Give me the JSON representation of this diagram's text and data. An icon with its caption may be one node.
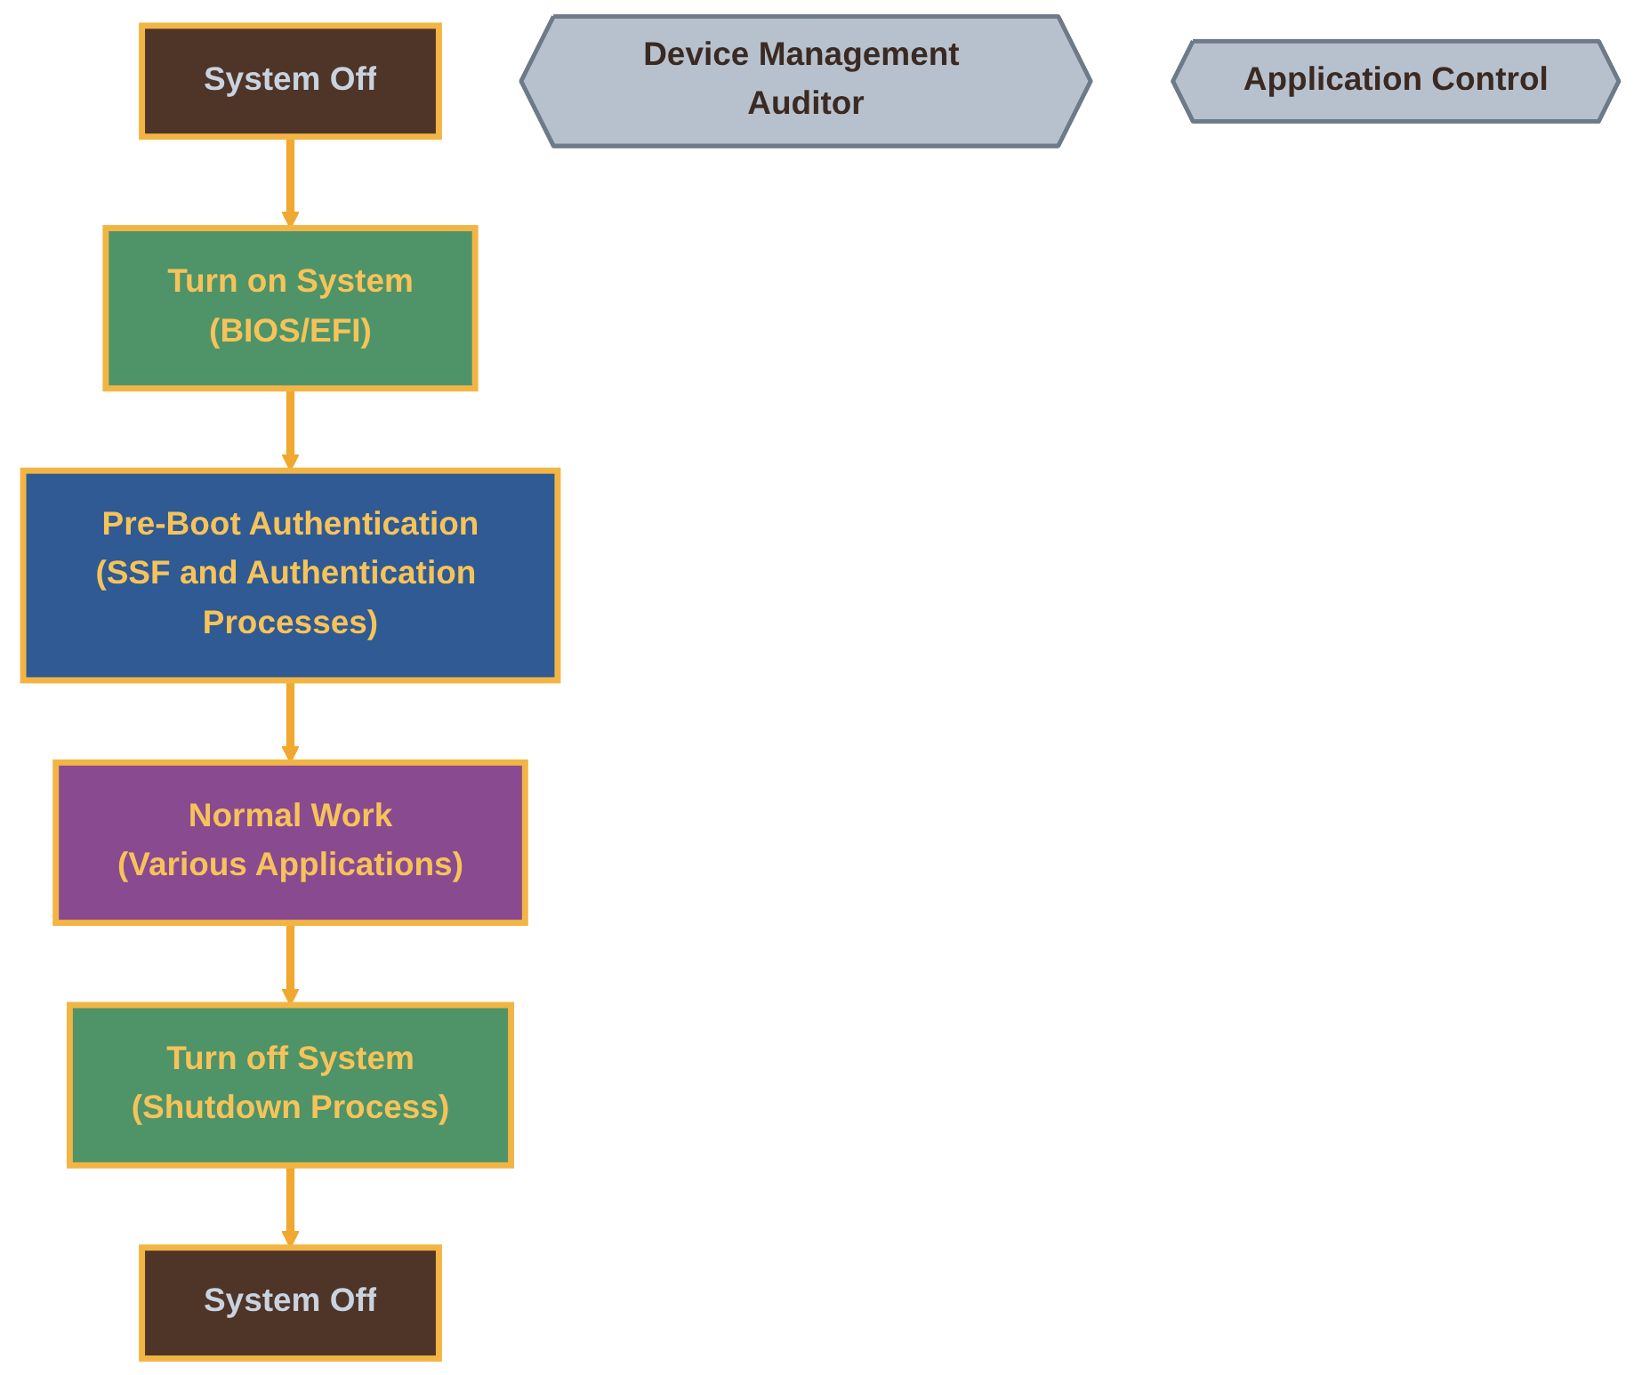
{
  "diagram": {
    "nodes": [
      {
        "text": [
          "System Off"
        ]
      },
      {
        "text": [
          "Turn on System",
          "(BIOS/EFI)"
        ]
      },
      {
        "text": [
          "Pre-Boot Authentication",
          "(SSF and Authentication Processes)"
        ]
      },
      {
        "text": [
          "Normal Work",
          "(Various Applications)"
        ]
      },
      {
        "text": [
          "Turn off System",
          "(Shutdown Process)"
        ]
      },
      {
        "text": [
          "System Off"
        ]
      },
      {
        "text": [
          "Device Management Auditor"
        ]
      },
      {
        "text": [
          "Application Control"
        ]
      }
    ],
    "edges": [
      {
        "from": 0,
        "to": 1,
        "arrow": "to"
      },
      {
        "from": 1,
        "to": 2,
        "arrow": "to"
      },
      {
        "from": 2,
        "to": 3,
        "arrow": "to"
      },
      {
        "from": 3,
        "to": 4,
        "arrow": "to"
      },
      {
        "from": 4,
        "to": 5,
        "arrow": "to"
      }
    ]
  }
}
